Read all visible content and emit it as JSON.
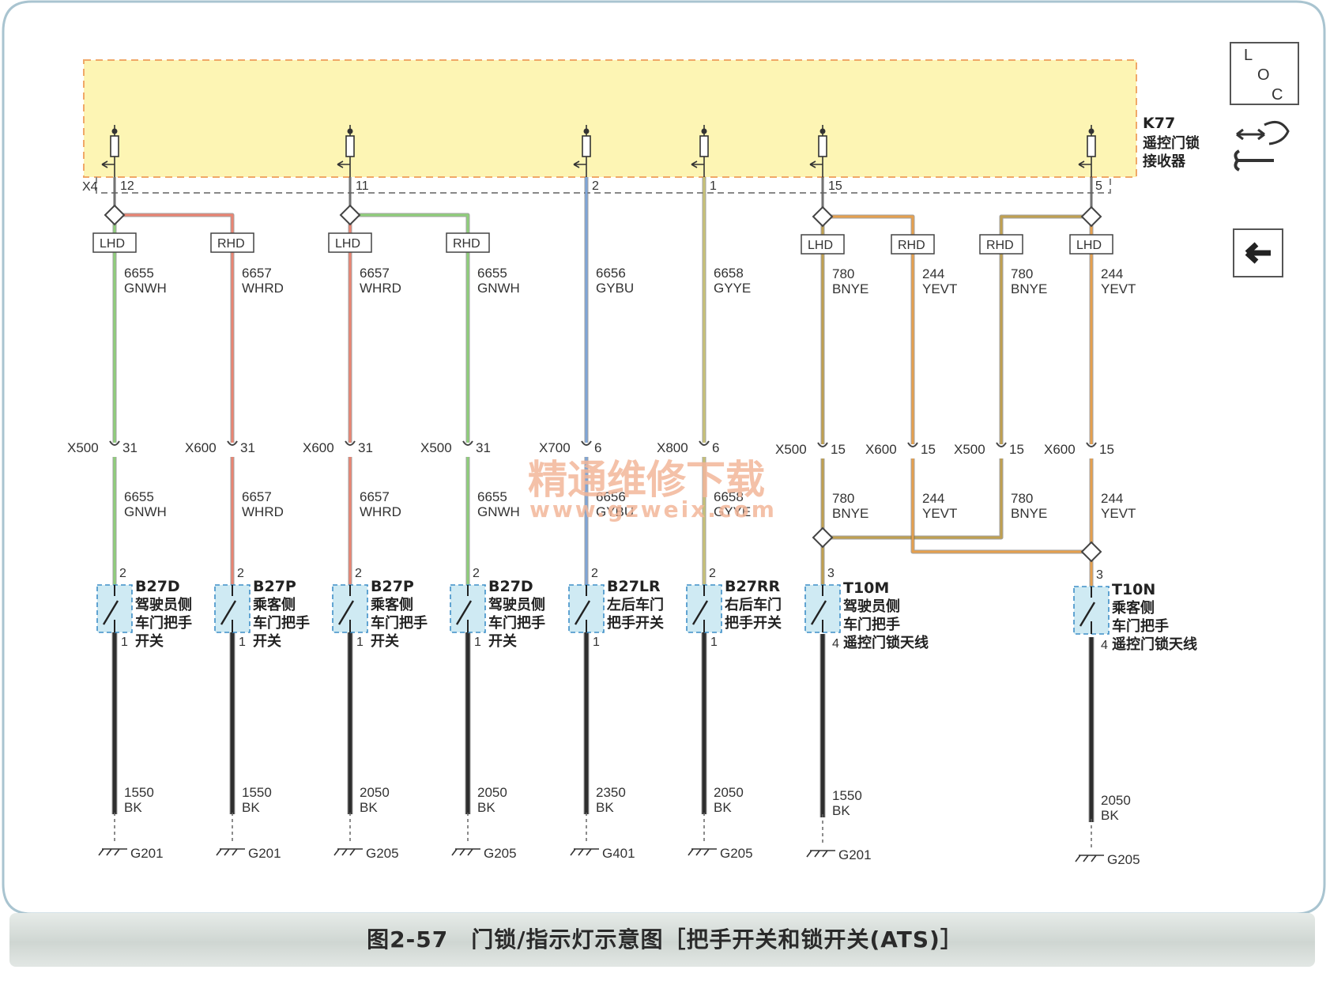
{
  "caption": "图2-57　门锁/指示灯示意图［把手开关和锁开关(ATS)］",
  "module": {
    "id": "K77",
    "name_line1": "遥控门锁",
    "name_line2": "接收器",
    "connector": "X4"
  },
  "loc_icon": {
    "l": "L",
    "o": "O",
    "c": "C"
  },
  "back_icon_label": "←",
  "watermark": {
    "line1": "精通维修下载",
    "line2": "www.gzweix.com"
  },
  "colors": {
    "GNWH": "#8fcf7a",
    "WHRD": "#ea8472",
    "GYBU": "#7fa5d8",
    "GYYE": "#c8c277",
    "BNYE": "#c0a050",
    "YEVT": "#e6a04e",
    "BK": "#2e2e2e"
  },
  "branches": [
    {
      "pin": "12",
      "lhd": "LHD",
      "rhd": "RHD"
    },
    {
      "pin": "11",
      "lhd": "LHD",
      "rhd": "RHD"
    },
    {
      "pin": "15",
      "lhd": "LHD",
      "rhd": "RHD"
    },
    {
      "pin": "5",
      "lhd": "LHD",
      "rhd": "RHD"
    }
  ],
  "pins_single": [
    "2",
    "1"
  ],
  "columns": [
    {
      "circuit": "6655",
      "wire": "GNWH",
      "inline": "X500",
      "inline_pin": "31",
      "comp_pin_top": "2",
      "comp_id": "B27D",
      "desc1": "驾驶员侧",
      "desc2": "车门把手",
      "desc3": "开关",
      "comp_pin_bot": "1",
      "gnd_circuit": "1550",
      "gnd_wire": "BK",
      "ground": "G201"
    },
    {
      "circuit": "6657",
      "wire": "WHRD",
      "inline": "X600",
      "inline_pin": "31",
      "comp_pin_top": "2",
      "comp_id": "B27P",
      "desc1": "乘客侧",
      "desc2": "车门把手",
      "desc3": "开关",
      "comp_pin_bot": "1",
      "gnd_circuit": "1550",
      "gnd_wire": "BK",
      "ground": "G201"
    },
    {
      "circuit": "6657",
      "wire": "WHRD",
      "inline": "X600",
      "inline_pin": "31",
      "comp_pin_top": "2",
      "comp_id": "B27P",
      "desc1": "乘客侧",
      "desc2": "车门把手",
      "desc3": "开关",
      "comp_pin_bot": "1",
      "gnd_circuit": "2050",
      "gnd_wire": "BK",
      "ground": "G205"
    },
    {
      "circuit": "6655",
      "wire": "GNWH",
      "inline": "X500",
      "inline_pin": "31",
      "comp_pin_top": "2",
      "comp_id": "B27D",
      "desc1": "驾驶员侧",
      "desc2": "车门把手",
      "desc3": "开关",
      "comp_pin_bot": "1",
      "gnd_circuit": "2050",
      "gnd_wire": "BK",
      "ground": "G205"
    },
    {
      "circuit": "6656",
      "wire": "GYBU",
      "inline": "X700",
      "inline_pin": "6",
      "comp_pin_top": "2",
      "comp_id": "B27LR",
      "desc1": "左后车门",
      "desc2": "把手开关",
      "desc3": "",
      "comp_pin_bot": "1",
      "gnd_circuit": "2350",
      "gnd_wire": "BK",
      "ground": "G401"
    },
    {
      "circuit": "6658",
      "wire": "GYYE",
      "inline": "X800",
      "inline_pin": "6",
      "comp_pin_top": "2",
      "comp_id": "B27RR",
      "desc1": "右后车门",
      "desc2": "把手开关",
      "desc3": "",
      "comp_pin_bot": "1",
      "gnd_circuit": "2050",
      "gnd_wire": "BK",
      "ground": "G205"
    },
    {
      "circuit": "780",
      "wire": "BNYE",
      "inline": "X500",
      "inline_pin": "15",
      "comp_pin_top": "3",
      "comp_id": "T10M",
      "desc1": "驾驶员侧",
      "desc2": "车门把手",
      "desc3": "遥控门锁天线",
      "comp_pin_bot": "4",
      "gnd_circuit": "1550",
      "gnd_wire": "BK",
      "ground": "G201"
    },
    {
      "circuit": "244",
      "wire": "YEVT",
      "inline": "X600",
      "inline_pin": "15",
      "comp_pin_top": "",
      "comp_id": "",
      "desc1": "",
      "desc2": "",
      "desc3": "",
      "comp_pin_bot": "",
      "gnd_circuit": "",
      "gnd_wire": "",
      "ground": ""
    },
    {
      "circuit": "780",
      "wire": "BNYE",
      "inline": "X500",
      "inline_pin": "15",
      "comp_pin_top": "",
      "comp_id": "",
      "desc1": "",
      "desc2": "",
      "desc3": "",
      "comp_pin_bot": "",
      "gnd_circuit": "",
      "gnd_wire": "",
      "ground": ""
    },
    {
      "circuit": "244",
      "wire": "YEVT",
      "inline": "X600",
      "inline_pin": "15",
      "comp_pin_top": "3",
      "comp_id": "T10N",
      "desc1": "乘客侧",
      "desc2": "车门把手",
      "desc3": "遥控门锁天线",
      "comp_pin_bot": "4",
      "gnd_circuit": "2050",
      "gnd_wire": "BK",
      "ground": "G205"
    }
  ]
}
